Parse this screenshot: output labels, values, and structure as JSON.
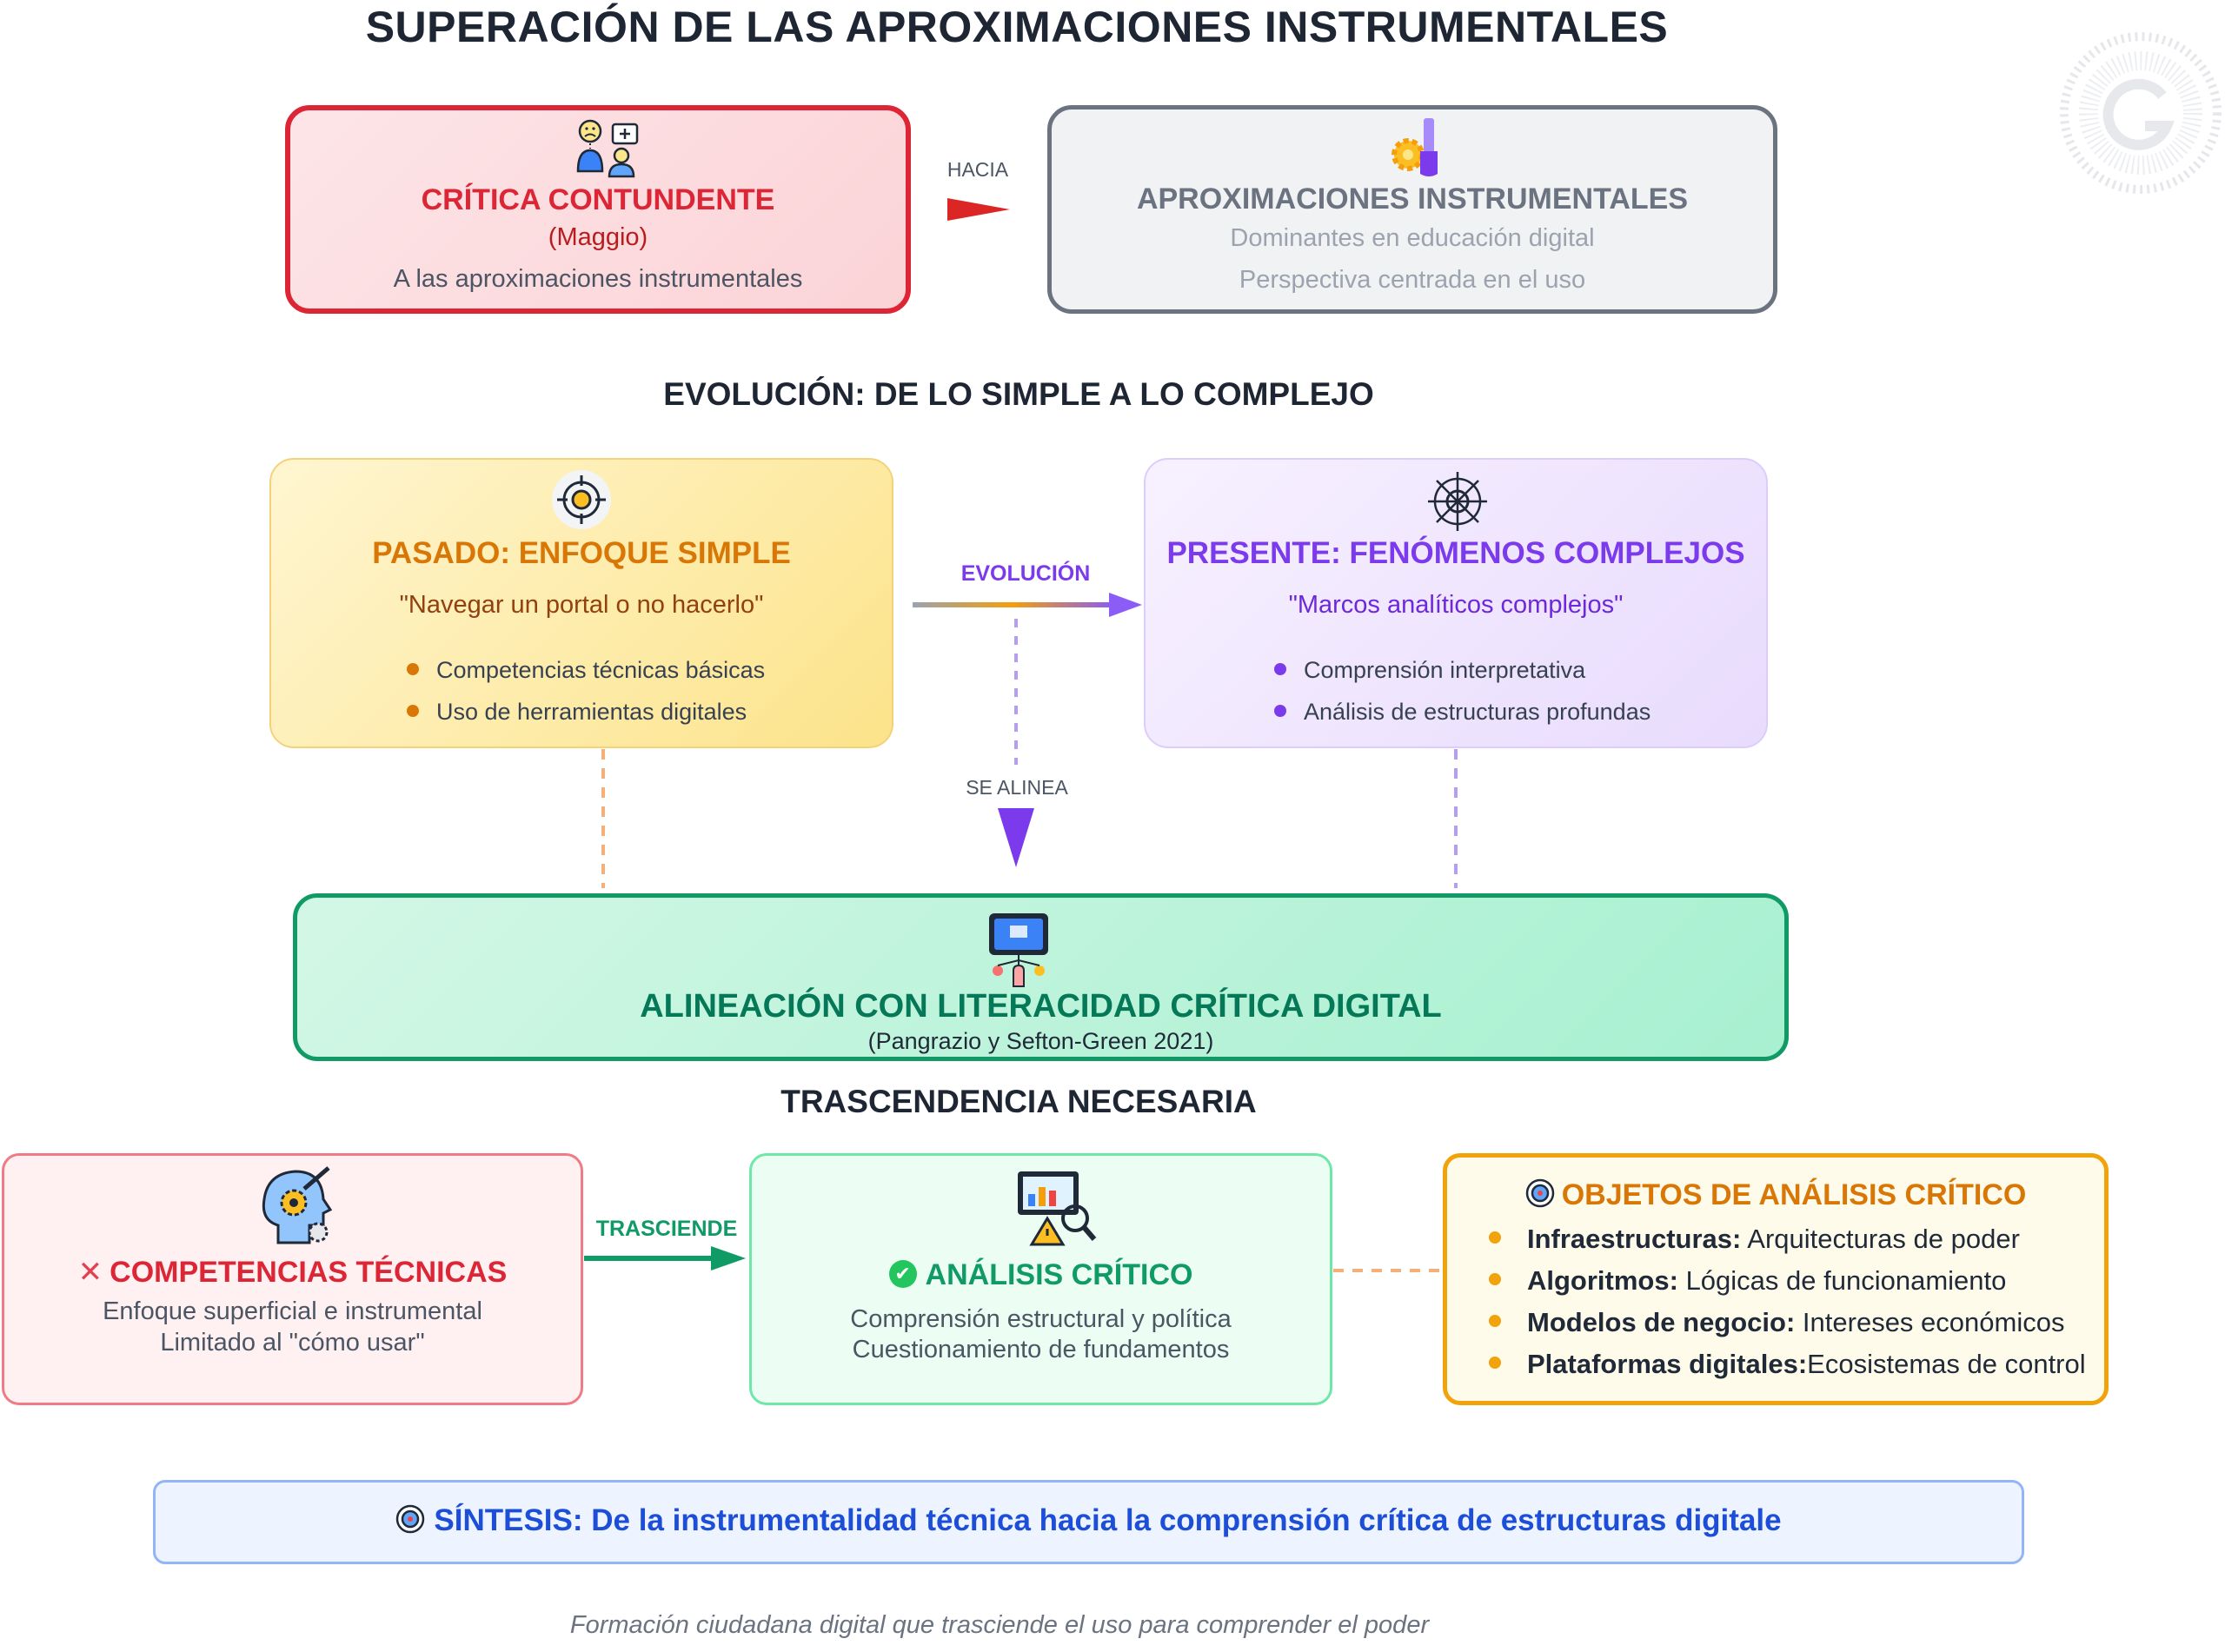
{
  "title": "SUPERACIÓN DE LAS APROXIMACIONES INSTRUMENTALES",
  "top": {
    "critique": {
      "title": "CRÍTICA CONTUNDENTE",
      "author": "(Maggio)",
      "subtitle": "A las aproximaciones instrumentales"
    },
    "arrow_label": "HACIA",
    "instrumental": {
      "title": "APROXIMACIONES INSTRUMENTALES",
      "line1": "Dominantes en educación digital",
      "line2": "Perspectiva centrada en el uso"
    }
  },
  "evolution": {
    "heading": "EVOLUCIÓN: DE LO SIMPLE A LO COMPLEJO",
    "past": {
      "title": "PASADO: ENFOQUE SIMPLE",
      "quote": "\"Navegar un portal o no hacerlo\"",
      "items": [
        "Competencias técnicas básicas",
        "Uso de herramientas digitales"
      ]
    },
    "arrow_label": "EVOLUCIÓN",
    "present": {
      "title": "PRESENTE: FENÓMENOS COMPLEJOS",
      "quote": "\"Marcos analíticos complejos\"",
      "items": [
        "Comprensión interpretativa",
        "Análisis de estructuras profundas"
      ]
    },
    "down_label": "SE ALINEA"
  },
  "alignment": {
    "title": "ALINEACIÓN CON LITERACIDAD CRÍTICA DIGITAL",
    "citation": "(Pangrazio y Sefton-Green 2021)"
  },
  "transcendence": {
    "heading": "TRASCENDENCIA NECESARIA",
    "tech": {
      "mark": "✕",
      "title": "COMPETENCIAS TÉCNICAS",
      "line1": "Enfoque superficial e instrumental",
      "line2": "Limitado al \"cómo usar\""
    },
    "arrow_label": "TRASCIENDE",
    "analysis": {
      "mark": "✔",
      "title": "ANÁLISIS CRÍTICO",
      "line1": "Comprensión estructural y política",
      "line2": "Cuestionamiento de fundamentos"
    },
    "objects": {
      "title": "OBJETOS DE ANÁLISIS CRÍTICO",
      "items": [
        {
          "term": "Infraestructuras:",
          "desc": "Arquitecturas de poder"
        },
        {
          "term": "Algoritmos:",
          "desc": "Lógicas de funcionamiento"
        },
        {
          "term": "Modelos de negocio:",
          "desc": "Intereses económicos"
        },
        {
          "term": "Plataformas digitales:",
          "desc": "Ecosistemas de control"
        }
      ]
    }
  },
  "synthesis": {
    "text": "SÍNTESIS: De la instrumentalidad técnica hacia la comprensión crítica de estructuras digitale"
  },
  "footer": "Formación ciudadana digital que trasciende el uso para comprender el poder",
  "colors": {
    "red": "#dc2636",
    "gray": "#6b7280",
    "orange": "#d97706",
    "purple": "#7c3aed",
    "green": "#0f9a66",
    "amber": "#f0a30a",
    "blue": "#1d4ed8"
  },
  "icons": [
    "critique-people-icon",
    "tools-icon",
    "target-icon",
    "network-icon",
    "tablet-touch-icon",
    "head-gears-icon",
    "analytics-warning-icon",
    "check-circle-icon",
    "bullseye-icon",
    "watermark-logo-icon"
  ]
}
